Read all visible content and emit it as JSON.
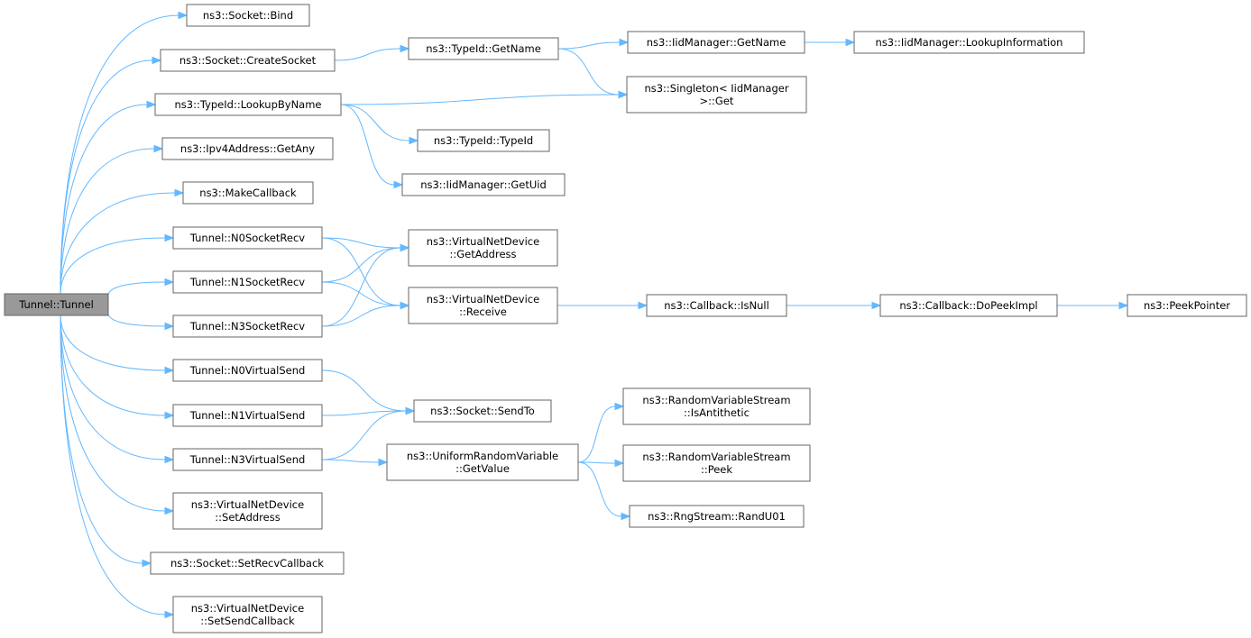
{
  "graph": {
    "root": "tunnel",
    "nodes": [
      {
        "id": "tunnel",
        "lines": [
          "Tunnel::Tunnel"
        ]
      },
      {
        "id": "socket_bind",
        "lines": [
          "ns3::Socket::Bind"
        ]
      },
      {
        "id": "socket_create",
        "lines": [
          "ns3::Socket::CreateSocket"
        ]
      },
      {
        "id": "typeid_lookup",
        "lines": [
          "ns3::TypeId::LookupByName"
        ]
      },
      {
        "id": "ipv4_getany",
        "lines": [
          "ns3::Ipv4Address::GetAny"
        ]
      },
      {
        "id": "makecallback",
        "lines": [
          "ns3::MakeCallback"
        ]
      },
      {
        "id": "n0_recv",
        "lines": [
          "Tunnel::N0SocketRecv"
        ]
      },
      {
        "id": "n1_recv",
        "lines": [
          "Tunnel::N1SocketRecv"
        ]
      },
      {
        "id": "n3_recv",
        "lines": [
          "Tunnel::N3SocketRecv"
        ]
      },
      {
        "id": "n0_send",
        "lines": [
          "Tunnel::N0VirtualSend"
        ]
      },
      {
        "id": "n1_send",
        "lines": [
          "Tunnel::N1VirtualSend"
        ]
      },
      {
        "id": "n3_send",
        "lines": [
          "Tunnel::N3VirtualSend"
        ]
      },
      {
        "id": "vnd_setaddr",
        "lines": [
          "ns3::VirtualNetDevice",
          "::SetAddress"
        ]
      },
      {
        "id": "socket_setrecv",
        "lines": [
          "ns3::Socket::SetRecvCallback"
        ]
      },
      {
        "id": "vnd_setsend",
        "lines": [
          "ns3::VirtualNetDevice",
          "::SetSendCallback"
        ]
      },
      {
        "id": "typeid_getname",
        "lines": [
          "ns3::TypeId::GetName"
        ]
      },
      {
        "id": "typeid_typeid",
        "lines": [
          "ns3::TypeId::TypeId"
        ]
      },
      {
        "id": "iid_getuid",
        "lines": [
          "ns3::IidManager::GetUid"
        ]
      },
      {
        "id": "vnd_getaddr",
        "lines": [
          "ns3::VirtualNetDevice",
          "::GetAddress"
        ]
      },
      {
        "id": "vnd_receive",
        "lines": [
          "ns3::VirtualNetDevice",
          "::Receive"
        ]
      },
      {
        "id": "socket_sendto",
        "lines": [
          "ns3::Socket::SendTo"
        ]
      },
      {
        "id": "urv_getvalue",
        "lines": [
          "ns3::UniformRandomVariable",
          "::GetValue"
        ]
      },
      {
        "id": "iid_getname",
        "lines": [
          "ns3::IidManager::GetName"
        ]
      },
      {
        "id": "singleton_get",
        "lines": [
          "ns3::Singleton< IidManager",
          ">::Get"
        ]
      },
      {
        "id": "callback_isnull",
        "lines": [
          "ns3::Callback::IsNull"
        ]
      },
      {
        "id": "rvs_isanti",
        "lines": [
          "ns3::RandomVariableStream",
          "::IsAntithetic"
        ]
      },
      {
        "id": "rvs_peek",
        "lines": [
          "ns3::RandomVariableStream",
          "::Peek"
        ]
      },
      {
        "id": "rng_randu01",
        "lines": [
          "ns3::RngStream::RandU01"
        ]
      },
      {
        "id": "iid_lookupinfo",
        "lines": [
          "ns3::IidManager::LookupInformation"
        ]
      },
      {
        "id": "callback_dopeek",
        "lines": [
          "ns3::Callback::DoPeekImpl"
        ]
      },
      {
        "id": "peekpointer",
        "lines": [
          "ns3::PeekPointer"
        ]
      }
    ],
    "edges": [
      [
        "tunnel",
        "socket_bind"
      ],
      [
        "tunnel",
        "socket_create"
      ],
      [
        "tunnel",
        "typeid_lookup"
      ],
      [
        "tunnel",
        "ipv4_getany"
      ],
      [
        "tunnel",
        "makecallback"
      ],
      [
        "tunnel",
        "n0_recv"
      ],
      [
        "tunnel",
        "n1_recv"
      ],
      [
        "tunnel",
        "n3_recv"
      ],
      [
        "tunnel",
        "n0_send"
      ],
      [
        "tunnel",
        "n1_send"
      ],
      [
        "tunnel",
        "n3_send"
      ],
      [
        "tunnel",
        "vnd_setaddr"
      ],
      [
        "tunnel",
        "socket_setrecv"
      ],
      [
        "tunnel",
        "vnd_setsend"
      ],
      [
        "socket_create",
        "typeid_getname"
      ],
      [
        "typeid_getname",
        "iid_getname"
      ],
      [
        "typeid_getname",
        "singleton_get"
      ],
      [
        "iid_getname",
        "iid_lookupinfo"
      ],
      [
        "typeid_lookup",
        "singleton_get"
      ],
      [
        "typeid_lookup",
        "typeid_typeid"
      ],
      [
        "typeid_lookup",
        "iid_getuid"
      ],
      [
        "n0_recv",
        "vnd_getaddr"
      ],
      [
        "n0_recv",
        "vnd_receive"
      ],
      [
        "n1_recv",
        "vnd_getaddr"
      ],
      [
        "n1_recv",
        "vnd_receive"
      ],
      [
        "n3_recv",
        "vnd_getaddr"
      ],
      [
        "n3_recv",
        "vnd_receive"
      ],
      [
        "vnd_receive",
        "callback_isnull"
      ],
      [
        "callback_isnull",
        "callback_dopeek"
      ],
      [
        "callback_dopeek",
        "peekpointer"
      ],
      [
        "n0_send",
        "socket_sendto"
      ],
      [
        "n1_send",
        "socket_sendto"
      ],
      [
        "n3_send",
        "socket_sendto"
      ],
      [
        "n3_send",
        "urv_getvalue"
      ],
      [
        "urv_getvalue",
        "rvs_isanti"
      ],
      [
        "urv_getvalue",
        "rvs_peek"
      ],
      [
        "urv_getvalue",
        "rng_randu01"
      ]
    ]
  },
  "colors": {
    "edge": "#63b8ff",
    "node_border": "#666666",
    "node_fill": "#ffffff",
    "root_fill": "#999999"
  }
}
